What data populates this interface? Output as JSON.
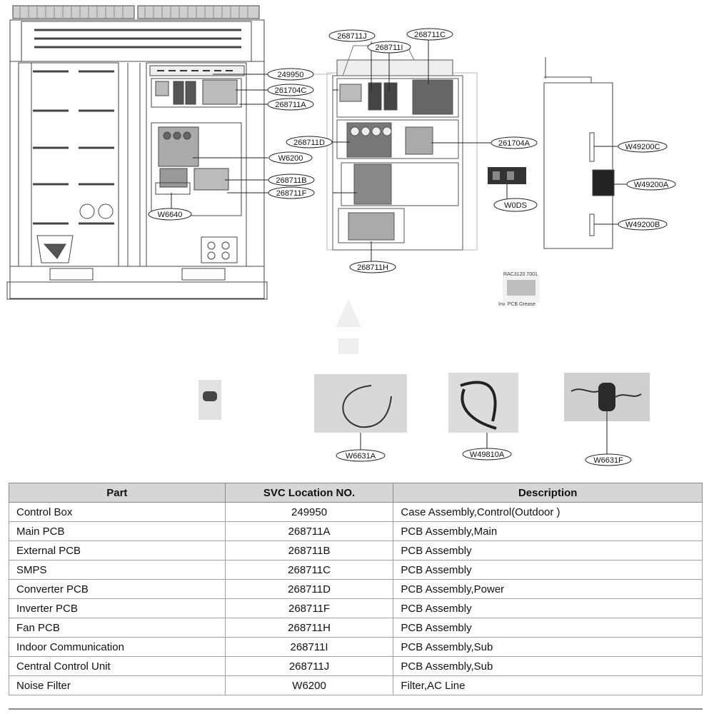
{
  "callouts": {
    "c249950": "249950",
    "c261704C": "261704C",
    "c268711A": "268711A",
    "c268711D": "268711D",
    "cW6200": "W6200",
    "c268711B": "268711B",
    "c268711F": "268711F",
    "cW6640": "W6640",
    "c268711J": "268711J",
    "c268711I": "268711I",
    "c268711C": "268711C",
    "c261704A": "261704A",
    "cW0DS": "W0DS",
    "c268711H": "268711H",
    "cW49200C": "W49200C",
    "cW49200A": "W49200A",
    "cW49200B": "W49200B",
    "cW6631A": "W6631A",
    "cW49810A": "W49810A",
    "cW6631F": "W6631F"
  },
  "grease_label": {
    "top": "RAC3120 7001",
    "bottom": "Inv. PCB Grease"
  },
  "table": {
    "headers": [
      "Part",
      "SVC Location NO.",
      "Description"
    ],
    "rows": [
      {
        "part": "Control Box",
        "loc": "249950",
        "desc": "Case Assembly,Control(Outdoor )"
      },
      {
        "part": "Main PCB",
        "loc": "268711A",
        "desc": "PCB Assembly,Main"
      },
      {
        "part": "External PCB",
        "loc": "268711B",
        "desc": "PCB Assembly"
      },
      {
        "part": "SMPS",
        "loc": "268711C",
        "desc": "PCB Assembly"
      },
      {
        "part": "Converter PCB",
        "loc": "268711D",
        "desc": "PCB Assembly,Power"
      },
      {
        "part": "Inverter PCB",
        "loc": "268711F",
        "desc": "PCB Assembly"
      },
      {
        "part": "Fan PCB",
        "loc": "268711H",
        "desc": "PCB Assembly"
      },
      {
        "part": "Indoor Communication",
        "loc": "268711I",
        "desc": "PCB Assembly,Sub"
      },
      {
        "part": "Central Control Unit",
        "loc": "268711J",
        "desc": "PCB Assembly,Sub"
      },
      {
        "part": "Noise Filter",
        "loc": "W6200",
        "desc": "Filter,AC Line"
      }
    ]
  }
}
